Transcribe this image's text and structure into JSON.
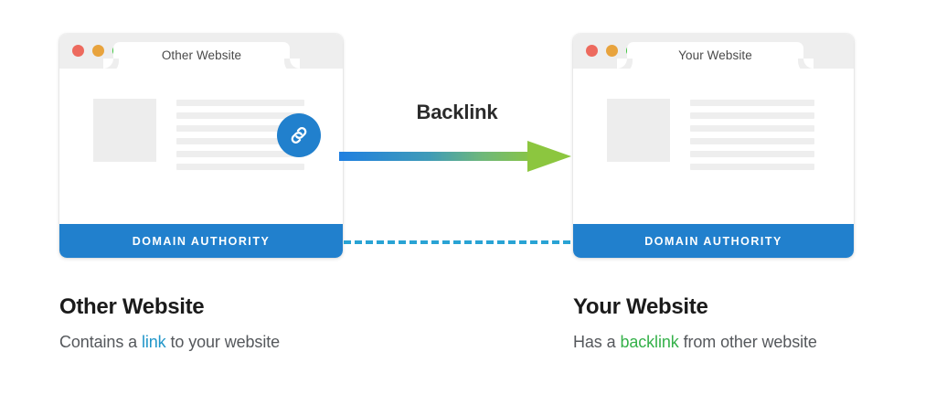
{
  "colors": {
    "blue": "#2180cd",
    "dashed_blue": "#29a3d4",
    "arrow_start": "#1f7fe0",
    "arrow_end": "#8cc63f",
    "link_accent": "#2196c9",
    "backlink_accent": "#35b14a",
    "placeholder_gray": "#ededed",
    "chrome_gray": "#eeeeee"
  },
  "connector": {
    "label": "Backlink",
    "arrow_icon": "arrow-right-gradient-icon",
    "dashed_icon": "dashed-connector-line"
  },
  "panels": [
    {
      "id": "other-website",
      "tab_label": "Other Website",
      "traffic_lights": [
        "close-dot-red",
        "minimize-dot-yellow",
        "maximize-dot-green"
      ],
      "thumbnail": "image-placeholder",
      "line_widths": [
        140,
        140,
        140,
        140,
        140,
        140
      ],
      "has_link_badge": true,
      "link_badge_icon": "chain-link-icon",
      "footer_label": "DOMAIN AUTHORITY"
    },
    {
      "id": "your-website",
      "tab_label": "Your Website",
      "traffic_lights": [
        "close-dot-red",
        "minimize-dot-yellow",
        "maximize-dot-green"
      ],
      "thumbnail": "image-placeholder",
      "line_widths": [
        136,
        136,
        136,
        136,
        136,
        136
      ],
      "has_link_badge": false,
      "link_badge_icon": null,
      "footer_label": "DOMAIN AUTHORITY"
    }
  ],
  "captions": [
    {
      "id": "other-website-caption",
      "title": "Other Website",
      "sub_before": "Contains a ",
      "sub_highlight": "link",
      "sub_after": " to your website"
    },
    {
      "id": "your-website-caption",
      "title": "Your Website",
      "sub_before": "Has a ",
      "sub_highlight": "backlink",
      "sub_after": " from other website"
    }
  ]
}
